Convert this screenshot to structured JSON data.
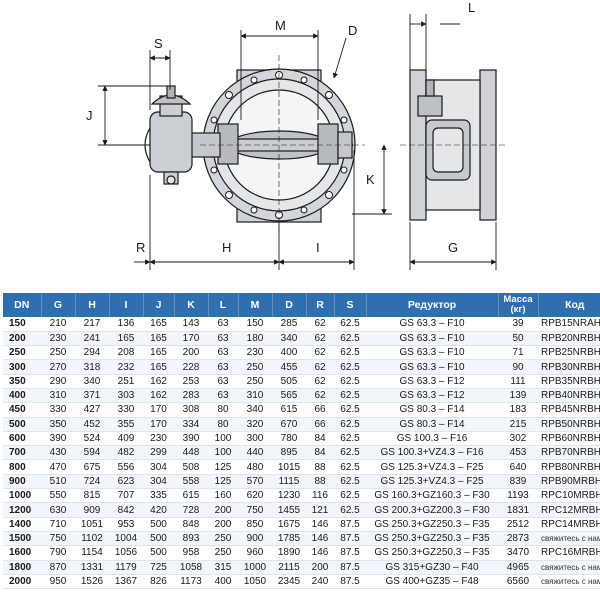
{
  "drawing": {
    "dimension_labels": {
      "S": "S",
      "M": "M",
      "D": "D",
      "L": "L",
      "J": "J",
      "K": "K",
      "R": "R",
      "H": "H",
      "I": "I",
      "G": "G"
    }
  },
  "table": {
    "headers": {
      "dn": "DN",
      "g": "G",
      "h": "H",
      "i": "I",
      "j": "J",
      "k": "K",
      "l": "L",
      "m": "M",
      "d": "D",
      "r": "R",
      "s": "S",
      "reducer": "Редуктор",
      "mass_1": "Масса",
      "mass_2": "(кг)",
      "code": "Код"
    },
    "rows": [
      {
        "dn": "150",
        "g": "210",
        "h": "217",
        "i": "136",
        "j": "165",
        "k": "143",
        "l": "63",
        "m": "150",
        "d": "285",
        "r": "62",
        "s": "62.5",
        "reducer": "GS 63.3 – F10",
        "mass": "39",
        "code": "RPB15NRAH"
      },
      {
        "dn": "200",
        "g": "230",
        "h": "241",
        "i": "165",
        "j": "165",
        "k": "170",
        "l": "63",
        "m": "180",
        "d": "340",
        "r": "62",
        "s": "62.5",
        "reducer": "GS 63.3 – F10",
        "mass": "50",
        "code": "RPB20NRBH"
      },
      {
        "dn": "250",
        "g": "250",
        "h": "294",
        "i": "208",
        "j": "165",
        "k": "200",
        "l": "63",
        "m": "230",
        "d": "400",
        "r": "62",
        "s": "62.5",
        "reducer": "GS 63.3 – F10",
        "mass": "71",
        "code": "RPB25NRBH"
      },
      {
        "dn": "300",
        "g": "270",
        "h": "318",
        "i": "232",
        "j": "165",
        "k": "228",
        "l": "63",
        "m": "250",
        "d": "455",
        "r": "62",
        "s": "62.5",
        "reducer": "GS 63.3 – F10",
        "mass": "90",
        "code": "RPB30NRBH"
      },
      {
        "dn": "350",
        "g": "290",
        "h": "340",
        "i": "251",
        "j": "162",
        "k": "253",
        "l": "63",
        "m": "250",
        "d": "505",
        "r": "62",
        "s": "62.5",
        "reducer": "GS 63.3 – F12",
        "mass": "111",
        "code": "RPB35NRBH"
      },
      {
        "dn": "400",
        "g": "310",
        "h": "371",
        "i": "303",
        "j": "162",
        "k": "283",
        "l": "63",
        "m": "310",
        "d": "565",
        "r": "62",
        "s": "62.5",
        "reducer": "GS 63.3 – F12",
        "mass": "139",
        "code": "RPB40NRBH"
      },
      {
        "dn": "450",
        "g": "330",
        "h": "427",
        "i": "330",
        "j": "170",
        "k": "308",
        "l": "80",
        "m": "340",
        "d": "615",
        "r": "66",
        "s": "62.5",
        "reducer": "GS 80.3 – F14",
        "mass": "183",
        "code": "RPB45NRBH"
      },
      {
        "dn": "500",
        "g": "350",
        "h": "452",
        "i": "355",
        "j": "170",
        "k": "334",
        "l": "80",
        "m": "320",
        "d": "670",
        "r": "66",
        "s": "62.5",
        "reducer": "GS 80.3 – F14",
        "mass": "215",
        "code": "RPB50NRBH"
      },
      {
        "dn": "600",
        "g": "390",
        "h": "524",
        "i": "409",
        "j": "230",
        "k": "390",
        "l": "100",
        "m": "300",
        "d": "780",
        "r": "84",
        "s": "62.5",
        "reducer": "GS 100.3 – F16",
        "mass": "302",
        "code": "RPB60NRBH"
      },
      {
        "dn": "700",
        "g": "430",
        "h": "594",
        "i": "482",
        "j": "299",
        "k": "448",
        "l": "100",
        "m": "440",
        "d": "895",
        "r": "84",
        "s": "62.5",
        "reducer": "GS 100.3+VZ4.3 – F16",
        "mass": "453",
        "code": "RPB70NRBH"
      },
      {
        "dn": "800",
        "g": "470",
        "h": "675",
        "i": "556",
        "j": "304",
        "k": "508",
        "l": "125",
        "m": "480",
        "d": "1015",
        "r": "88",
        "s": "62.5",
        "reducer": "GS 125.3+VZ4.3 – F25",
        "mass": "640",
        "code": "RPB80NRBH"
      },
      {
        "dn": "900",
        "g": "510",
        "h": "724",
        "i": "623",
        "j": "304",
        "k": "558",
        "l": "125",
        "m": "570",
        "d": "1115",
        "r": "88",
        "s": "62.5",
        "reducer": "GS 125.3+VZ4.3 – F25",
        "mass": "839",
        "code": "RPB90MRBH"
      },
      {
        "dn": "1000",
        "g": "550",
        "h": "815",
        "i": "707",
        "j": "335",
        "k": "615",
        "l": "160",
        "m": "620",
        "d": "1230",
        "r": "116",
        "s": "62.5",
        "reducer": "GS 160.3+GZ160.3 – F30",
        "mass": "1193",
        "code": "RPC10MRBH"
      },
      {
        "dn": "1200",
        "g": "630",
        "h": "909",
        "i": "842",
        "j": "420",
        "k": "728",
        "l": "200",
        "m": "750",
        "d": "1455",
        "r": "121",
        "s": "62.5",
        "reducer": "GS 200.3+GZ200.3 – F30",
        "mass": "1831",
        "code": "RPC12MRBH"
      },
      {
        "dn": "1400",
        "g": "710",
        "h": "1051",
        "i": "953",
        "j": "500",
        "k": "848",
        "l": "200",
        "m": "850",
        "d": "1675",
        "r": "146",
        "s": "87.5",
        "reducer": "GS 250.3+GZ250.3 – F35",
        "mass": "2512",
        "code": "RPC14MRBH"
      },
      {
        "dn": "1500",
        "g": "750",
        "h": "1102",
        "i": "1004",
        "j": "500",
        "k": "893",
        "l": "250",
        "m": "900",
        "d": "1785",
        "r": "146",
        "s": "87.5",
        "reducer": "GS 250.3+GZ250.3 – F35",
        "mass": "2873",
        "code": "свяжитесь с нами"
      },
      {
        "dn": "1600",
        "g": "790",
        "h": "1154",
        "i": "1056",
        "j": "500",
        "k": "958",
        "l": "250",
        "m": "960",
        "d": "1890",
        "r": "146",
        "s": "87.5",
        "reducer": "GS 250.3+GZ250.3 – F35",
        "mass": "3470",
        "code": "RPC16MRBH"
      },
      {
        "dn": "1800",
        "g": "870",
        "h": "1331",
        "i": "1179",
        "j": "725",
        "k": "1058",
        "l": "315",
        "m": "1000",
        "d": "2115",
        "r": "200",
        "s": "87.5",
        "reducer": "GS 315+GZ30 – F40",
        "mass": "4965",
        "code": "свяжитесь с нами"
      },
      {
        "dn": "2000",
        "g": "950",
        "h": "1526",
        "i": "1367",
        "j": "826",
        "k": "1173",
        "l": "400",
        "m": "1050",
        "d": "2345",
        "r": "240",
        "s": "87.5",
        "reducer": "GS 400+GZ35 – F48",
        "mass": "6560",
        "code": "свяжитесь с нами"
      }
    ]
  },
  "colors": {
    "header_bg": "#2f6fb0",
    "header_text": "#ffffff",
    "row_alt": "#f2f6fb",
    "drawing_line": "#1a1a1a",
    "drawing_fill": "#d7d9dc"
  }
}
